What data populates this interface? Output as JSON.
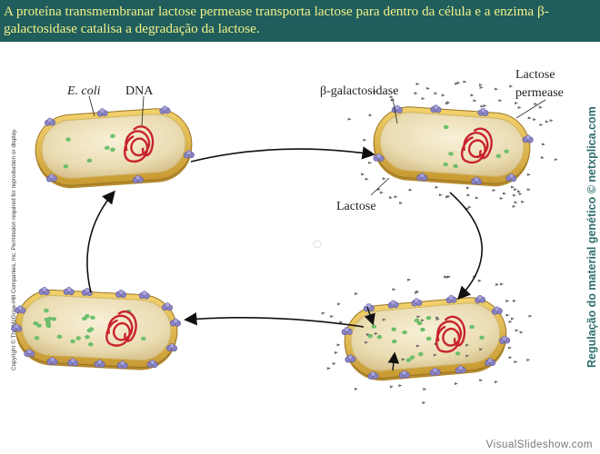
{
  "header": {
    "text": "A proteína transmembranar lactose permease transporta lactose para dentro da célula e a enzima β-galactosidase catalisa a degradação da lactose."
  },
  "labels": {
    "ecoli": "E. coli",
    "dna": "DNA",
    "beta_gal": "β-galactosidase",
    "lactose_permease_line1": "Lactose",
    "lactose_permease_line2": "permease",
    "lactose": "Lactose"
  },
  "copyright": "Copyright © The McGraw-Hill Companies, Inc. Permission required for reproduction or display.",
  "side_caption": "Regulação do material genético © netxplica.com",
  "watermark": "VisualSlideshow.com",
  "colors": {
    "header_bg": "#1f5e5c",
    "header_text": "#f4f18a",
    "cell_wall": "#e0b84a",
    "cytoplasm": "#f1e6c4",
    "dna": "#c8242c",
    "enzyme": "#6dbf6b",
    "permease": "#8a84c4",
    "lactose": "#666666",
    "side_caption": "#2f6f6c"
  }
}
